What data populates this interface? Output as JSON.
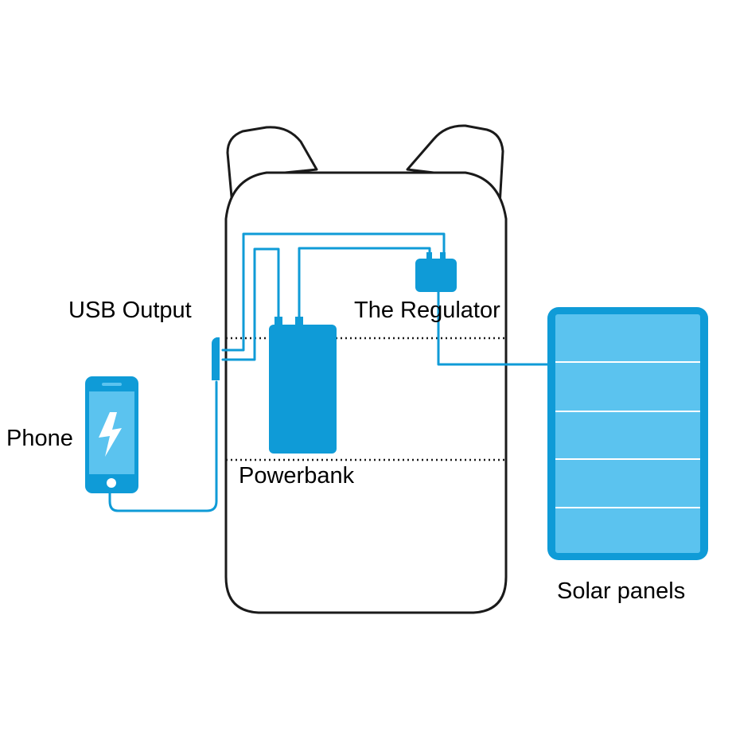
{
  "labels": {
    "usb_output": "USB Output",
    "regulator": "The Regulator",
    "phone": "Phone",
    "powerbank": "Powerbank",
    "solar_panels": "Solar panels"
  },
  "colors": {
    "accent": "#0f9bd7",
    "accent_light": "#5bc3ef",
    "outline": "#1a1a1a",
    "background": "#ffffff"
  },
  "icons": {
    "charging": "lightning-bolt-icon"
  }
}
